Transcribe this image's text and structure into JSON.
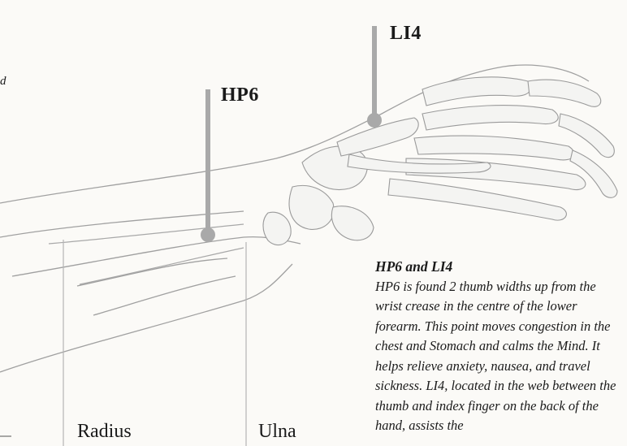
{
  "labels": {
    "hp6": "HP6",
    "li4": "LI4",
    "radius": "Radius",
    "ulna": "Ulna",
    "edge_fragment": "d"
  },
  "caption": {
    "title": "HP6 and LI4",
    "body": "HP6 is found 2 thumb widths up from the wrist crease in the centre of the lower forearm. This point moves congestion in the chest and Stomach and calms the Mind. It helps relieve anxiety, nausea, and travel sickness. LI4, located in the web between the thumb and index finger on the back of the hand, assists the"
  },
  "colors": {
    "pointer": "#a9a9a9",
    "bone": "#cfcfcf",
    "skin_outline": "#9a9a9a",
    "text": "#1a1a1a"
  }
}
